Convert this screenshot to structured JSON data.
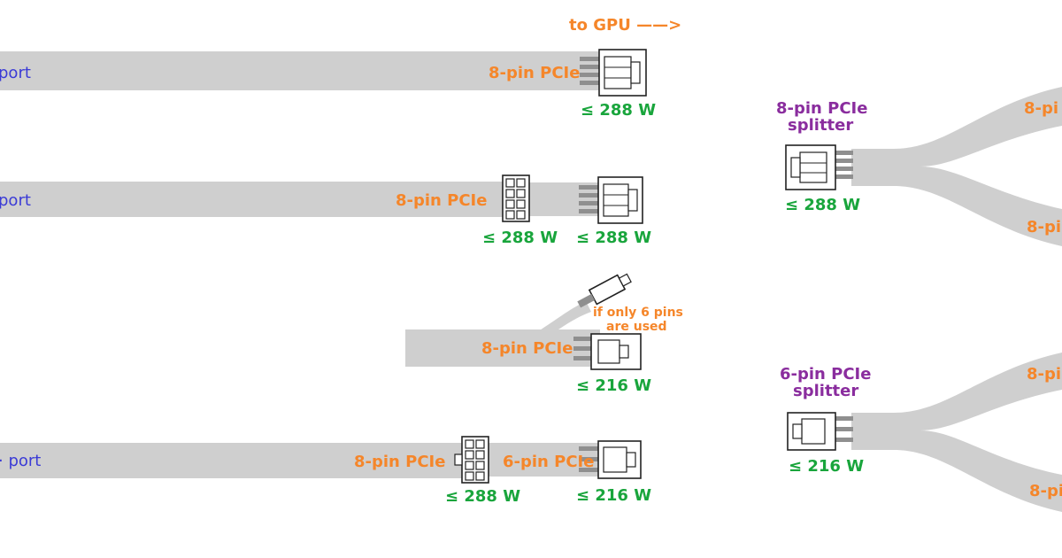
{
  "header": {
    "to_gpu": "to GPU ——>"
  },
  "rows": [
    {
      "port_label": "port",
      "main_label": "8-pin PCIe",
      "watt_gpu": "≤ 288 W"
    },
    {
      "port_label": "port",
      "main_label": "8-pin PCIe",
      "watt_psu": "≤ 288 W",
      "watt_gpu": "≤ 288 W"
    },
    {
      "main_label": "8-pin PCIe",
      "note_line1": "if only 6 pins",
      "note_line2": "are used",
      "watt_gpu": "≤ 216 W"
    },
    {
      "port_label": "· port",
      "main_label": "8-pin PCIe",
      "second_label": "6-pin PCIe",
      "watt_psu": "≤ 288 W",
      "watt_gpu": "≤ 216 W"
    }
  ],
  "splitters": [
    {
      "title_line1": "8-pin PCIe",
      "title_line2": "splitter",
      "watt": "≤ 288 W",
      "branch_top": "8-pi",
      "branch_bottom": "8-pi"
    },
    {
      "title_line1": "6-pin PCIe",
      "title_line2": "splitter",
      "watt": "≤ 216 W",
      "branch_top": "8-pi",
      "branch_bottom": "8-pi"
    }
  ],
  "colors": {
    "cable": "#cfcfcf",
    "wire": "#8f8f8f",
    "port_text": "#3b3bd6",
    "connector_text": "#f5862a",
    "watt_text": "#19a53c",
    "splitter_text": "#8a2d9e"
  }
}
